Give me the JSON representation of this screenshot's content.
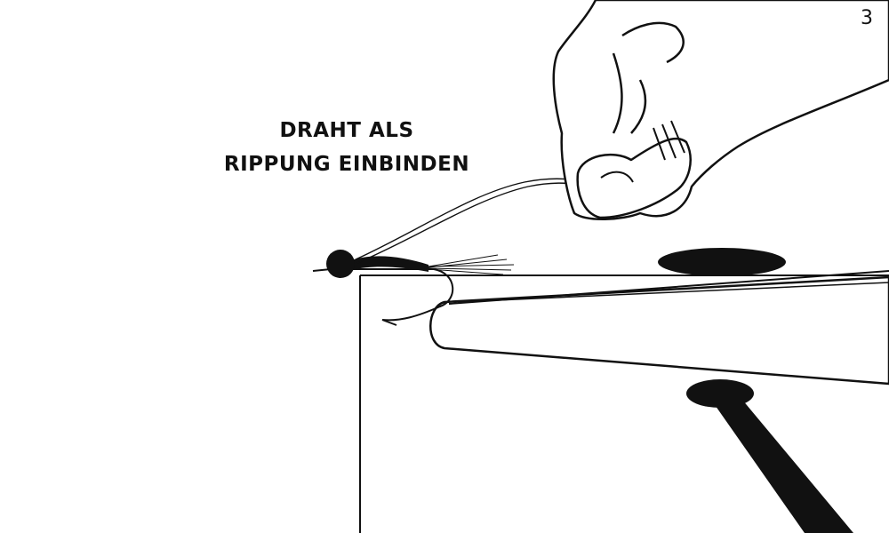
{
  "caption": {
    "line1": "DRAHT ALS",
    "line2": "RIPPUNG EINBINDEN"
  },
  "step_number": "3",
  "icons": [
    "hand-icon",
    "fly-hook-icon",
    "bead-head-icon",
    "vise-icon"
  ]
}
